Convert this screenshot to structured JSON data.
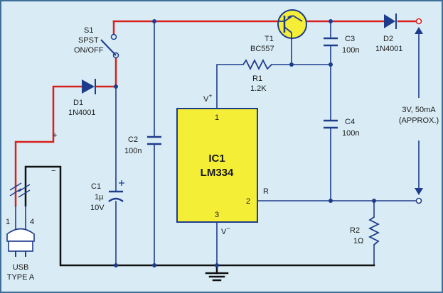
{
  "colors": {
    "background": "#d9ecf5",
    "border": "#3d6f9a",
    "wire_positive": "#d8201c",
    "wire_signal": "#1e3c8c",
    "wire_ground": "#111111",
    "ic_fill": "#f5ee37",
    "component": "#1e3c8c",
    "transistor_fill": "#f5ee37"
  },
  "labels": {
    "s1_name": "S1",
    "s1_type": "SPST",
    "s1_func": "ON/OFF",
    "d1_name": "D1",
    "d1_part": "1N4001",
    "t1_name": "T1",
    "t1_part": "BC557",
    "c3_name": "C3",
    "c3_value": "100n",
    "d2_name": "D2",
    "d2_part": "1N4001",
    "r1_name": "R1",
    "r1_value": "1.2K",
    "vplus": "V",
    "vplus_sup": "+",
    "output_line1": "3V, 50mA",
    "output_line2": "(APPROX.)",
    "c2_name": "C2",
    "c2_value": "100n",
    "c4_name": "C4",
    "c4_value": "100n",
    "ic_name": "IC1",
    "ic_part": "LM334",
    "pin1": "1",
    "pin2": "2",
    "pin3": "3",
    "r_pin": "R",
    "vminus": "V",
    "vminus_sup": "−",
    "plus_sign": "+",
    "minus_sign": "−",
    "c1_name": "C1",
    "c1_value": "1µ",
    "c1_voltage": "10V",
    "usb_pin1": "1",
    "usb_pin4": "4",
    "usb_line1": "USB",
    "usb_line2": "TYPE A",
    "r2_name": "R2",
    "r2_value": "1Ω"
  }
}
